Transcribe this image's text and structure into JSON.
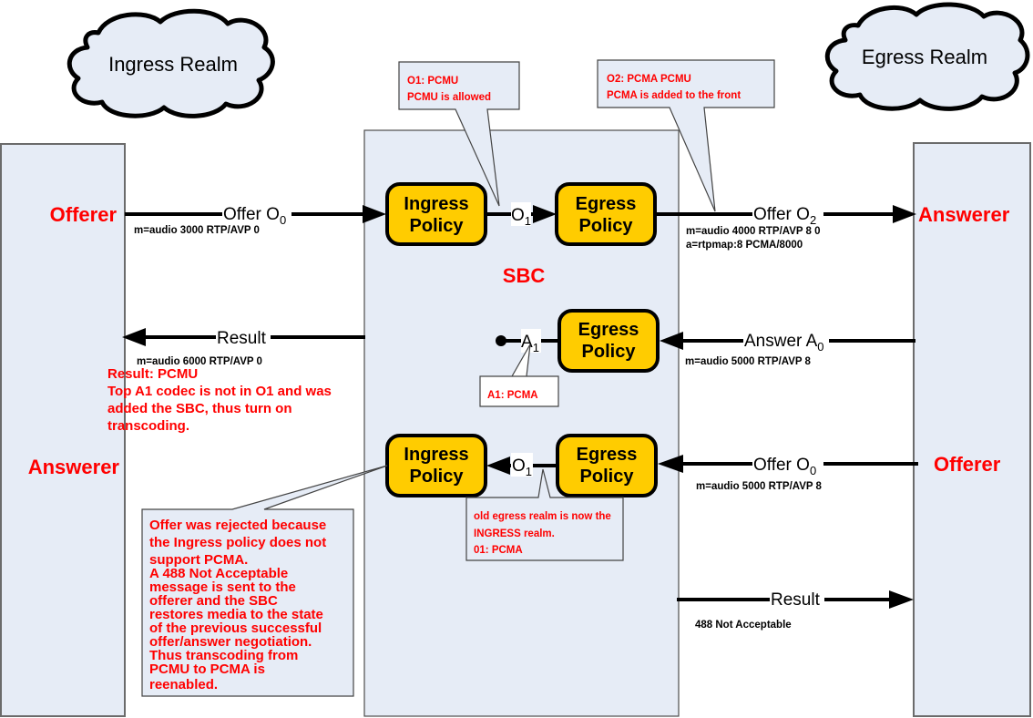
{
  "realms": {
    "ingress": "Ingress Realm",
    "egress": "Egress Realm"
  },
  "sbc": {
    "label": "SBC"
  },
  "left_entity": {
    "top_role": "Offerer",
    "bottom_role": "Answerer"
  },
  "right_entity": {
    "top_role": "Answerer",
    "bottom_role": "Offerer"
  },
  "policies": {
    "ingress": [
      "Ingress",
      "Policy"
    ],
    "egress": [
      "Egress",
      "Policy"
    ]
  },
  "flows": {
    "offer_o0": {
      "label": "Offer O",
      "sub": "0",
      "sdp": [
        "m=audio 3000 RTP/AVP 0"
      ]
    },
    "o1_top": {
      "label": "O",
      "sub": "1"
    },
    "offer_o2": {
      "label": "Offer O",
      "sub": "2",
      "sdp": [
        "m=audio 4000 RTP/AVP 8 0",
        "a=rtpmap:8 PCMA/8000"
      ]
    },
    "result_left": {
      "label": "Result",
      "sdp": [
        "m=audio 6000 RTP/AVP 0"
      ]
    },
    "a1": {
      "label": "A",
      "sub": "1"
    },
    "answer_a0": {
      "label": "Answer A",
      "sub": "0",
      "sdp": [
        "m=audio 5000 RTP/AVP 8"
      ]
    },
    "offer_o0_reinvite": {
      "label": "Offer O",
      "sub": "0",
      "sdp": [
        "m=audio 5000 RTP/AVP 8"
      ]
    },
    "o1_bottom": {
      "label": "O",
      "sub": "1"
    },
    "result_right": {
      "label": "Result",
      "sdp": [
        "488 Not Acceptable"
      ]
    }
  },
  "callouts": {
    "o1": [
      "O1: PCMU",
      "PCMU is allowed"
    ],
    "o2": [
      "O2: PCMA PCMU",
      "PCMA is added to the front"
    ],
    "a1": [
      "A1: PCMA"
    ],
    "old_egress": [
      "old egress realm  is now the",
      "INGRESS realm.",
      "01: PCMA"
    ],
    "rejected": [
      "Offer was rejected because",
      "the Ingress policy does not",
      "support PCMA.",
      "A 488 Not Acceptable",
      "message is sent to the",
      "offerer and the SBC",
      "restores media to the state",
      "of the previous successful",
      "offer/answer negotiation.",
      "Thus transcoding from",
      "PCMU to PCMA is",
      "reenabled."
    ]
  },
  "result_note": [
    "Result: PCMU",
    "Top A1 codec is not in O1 and was",
    "added the SBC, thus turn on",
    "transcoding."
  ]
}
